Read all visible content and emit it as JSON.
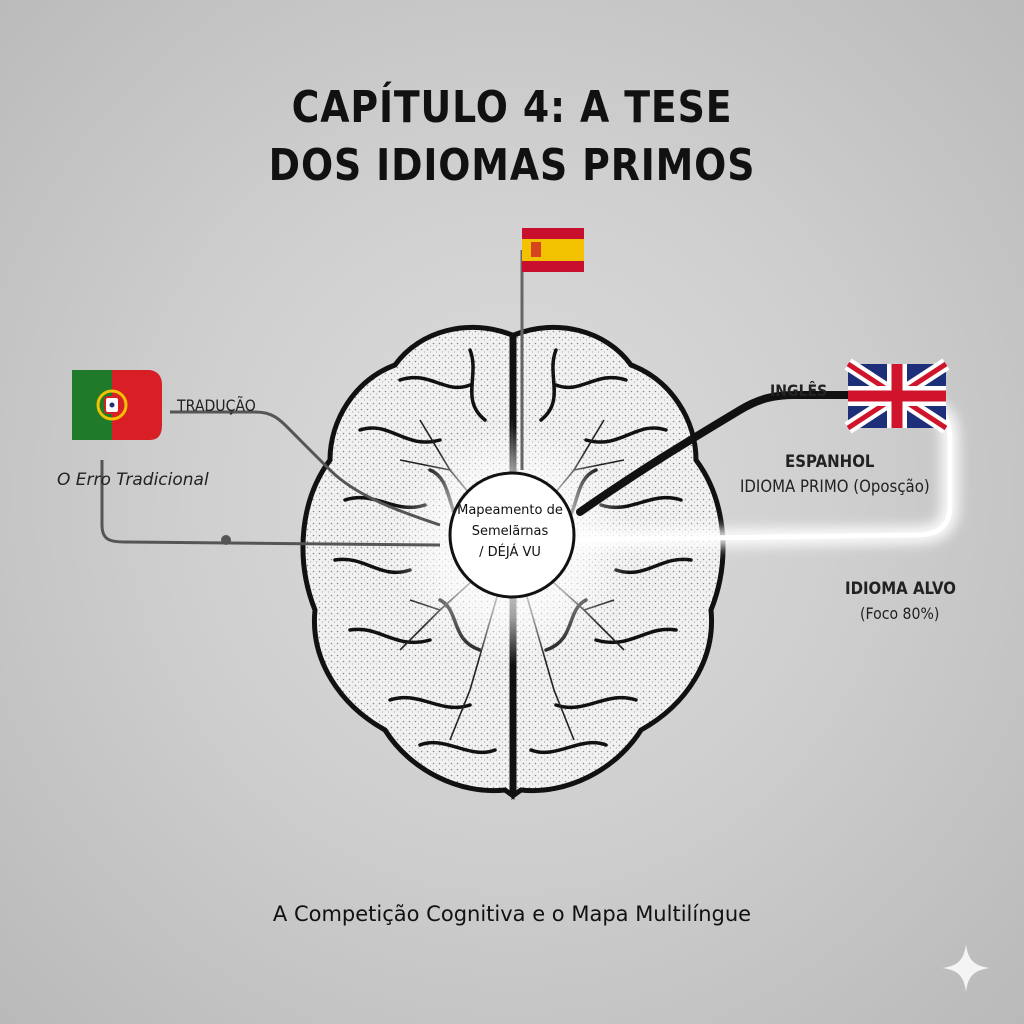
{
  "title": {
    "line1": "CAPÍTULO 4: A TESE",
    "line2": "DOS IDIOMAS PRIMOS"
  },
  "nodes": {
    "portuguese": {
      "flag": "portugal-flag",
      "label": "TRADUÇÃO",
      "caption": "O Erro Tradicional"
    },
    "spanish": {
      "flag": "spain-flag"
    },
    "english": {
      "flag": "uk-flag",
      "label": "INGLÊS",
      "cousin_title": "ESPANHOL",
      "cousin_caption": "IDIOMA PRIMO (Oposção)",
      "target_title": "IDIOMA ALVO",
      "target_caption": "(Foco 80%)"
    }
  },
  "center": {
    "line1": "Mapeamento de",
    "line2": "Semelãrnas",
    "line3": "/ DÉJÁ VU"
  },
  "subtitle": "A Competição Cognitiva e o Mapa Multilíngue",
  "colors": {
    "ink": "#111111",
    "glow": "#ffffff",
    "portugal_green": "#1f7a2a",
    "portugal_red": "#d91f26",
    "spain_red": "#c8102e",
    "spain_yellow": "#f2c200",
    "uk_blue": "#1e2f7a",
    "uk_red": "#cf142b"
  },
  "icons": [
    "brain-icon",
    "sparkle-icon"
  ]
}
